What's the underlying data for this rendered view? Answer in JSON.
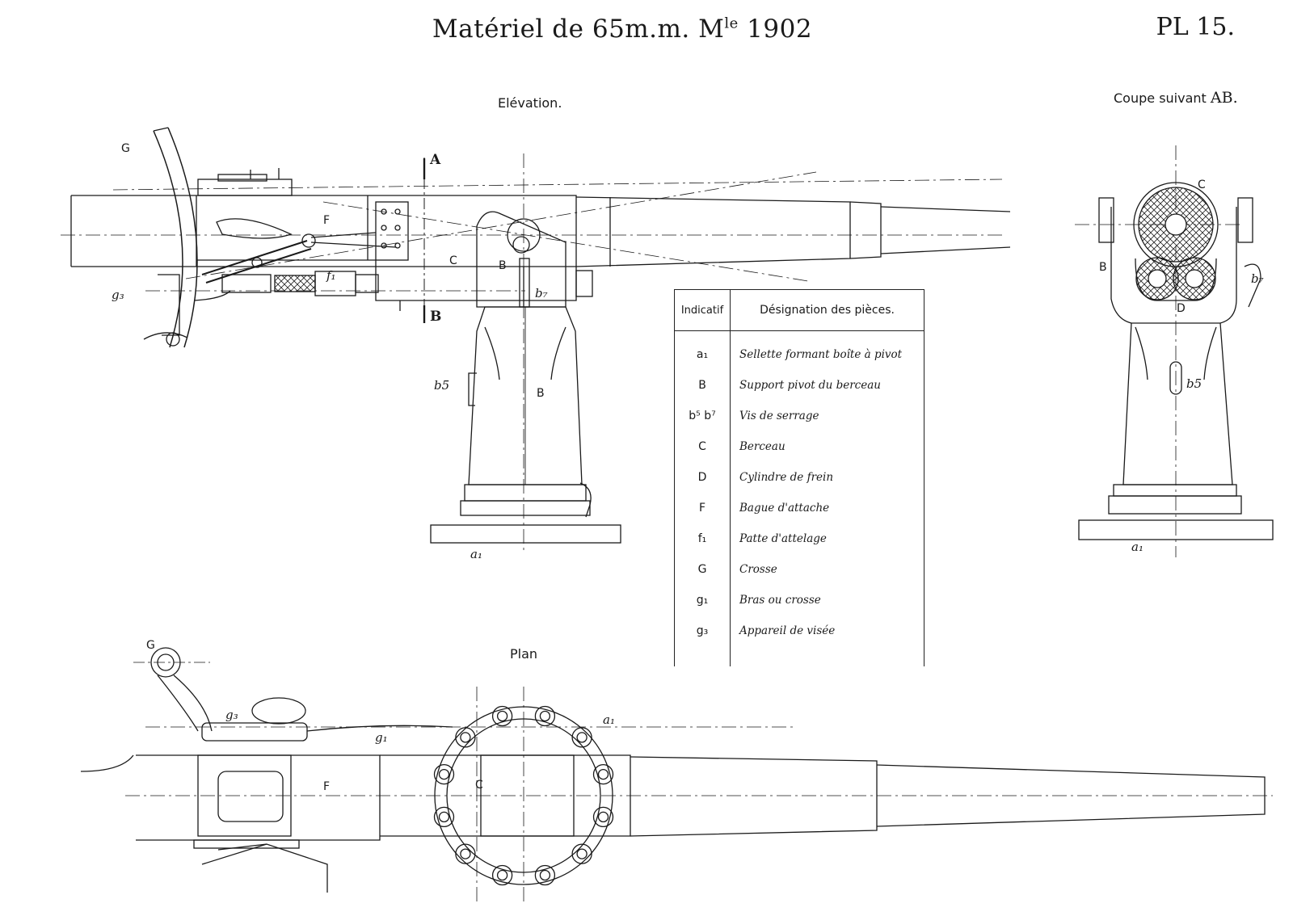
{
  "header": {
    "title": "Matériel de 65m.m. M",
    "title_sup": "le",
    "title_year": " 1902",
    "plate": "PL 15."
  },
  "views": {
    "elevation": "Elévation.",
    "section": "Coupe suivant",
    "section_ref": "AB.",
    "plan": "Plan"
  },
  "legend": {
    "col_key": "Indicatif",
    "col_desc": "Désignation des pièces.",
    "rows": [
      {
        "key": "a₁",
        "desc": "Sellette formant boîte à pivot"
      },
      {
        "key": "B",
        "desc": "Support pivot du berceau"
      },
      {
        "key": "b⁵ b⁷",
        "desc": "Vis de serrage"
      },
      {
        "key": "C",
        "desc": "Berceau"
      },
      {
        "key": "D",
        "desc": "Cylindre de frein"
      },
      {
        "key": "F",
        "desc": "Bague d'attache"
      },
      {
        "key": "f₁",
        "desc": "Patte d'attelage"
      },
      {
        "key": "G",
        "desc": "Crosse"
      },
      {
        "key": "g₁",
        "desc": "Bras ou crosse"
      },
      {
        "key": "g₃",
        "desc": "Appareil de visée"
      }
    ]
  },
  "labels": {
    "elevation": {
      "G": "G",
      "A": "A",
      "B_cut": "B",
      "F": "F",
      "f1": "f₁",
      "C": "C",
      "B_cradle": "B",
      "b7": "b₇",
      "g3": "g₃",
      "b5": "b5",
      "B_support": "B",
      "a1": "a₁"
    },
    "section": {
      "C": "C",
      "B": "B",
      "b7": "b₇",
      "D": "D",
      "b5": "b5",
      "a1": "a₁"
    },
    "plan": {
      "G": "G",
      "g3": "g₃",
      "g1": "g₁",
      "a1": "a₁",
      "F": "F",
      "C": "C"
    }
  }
}
